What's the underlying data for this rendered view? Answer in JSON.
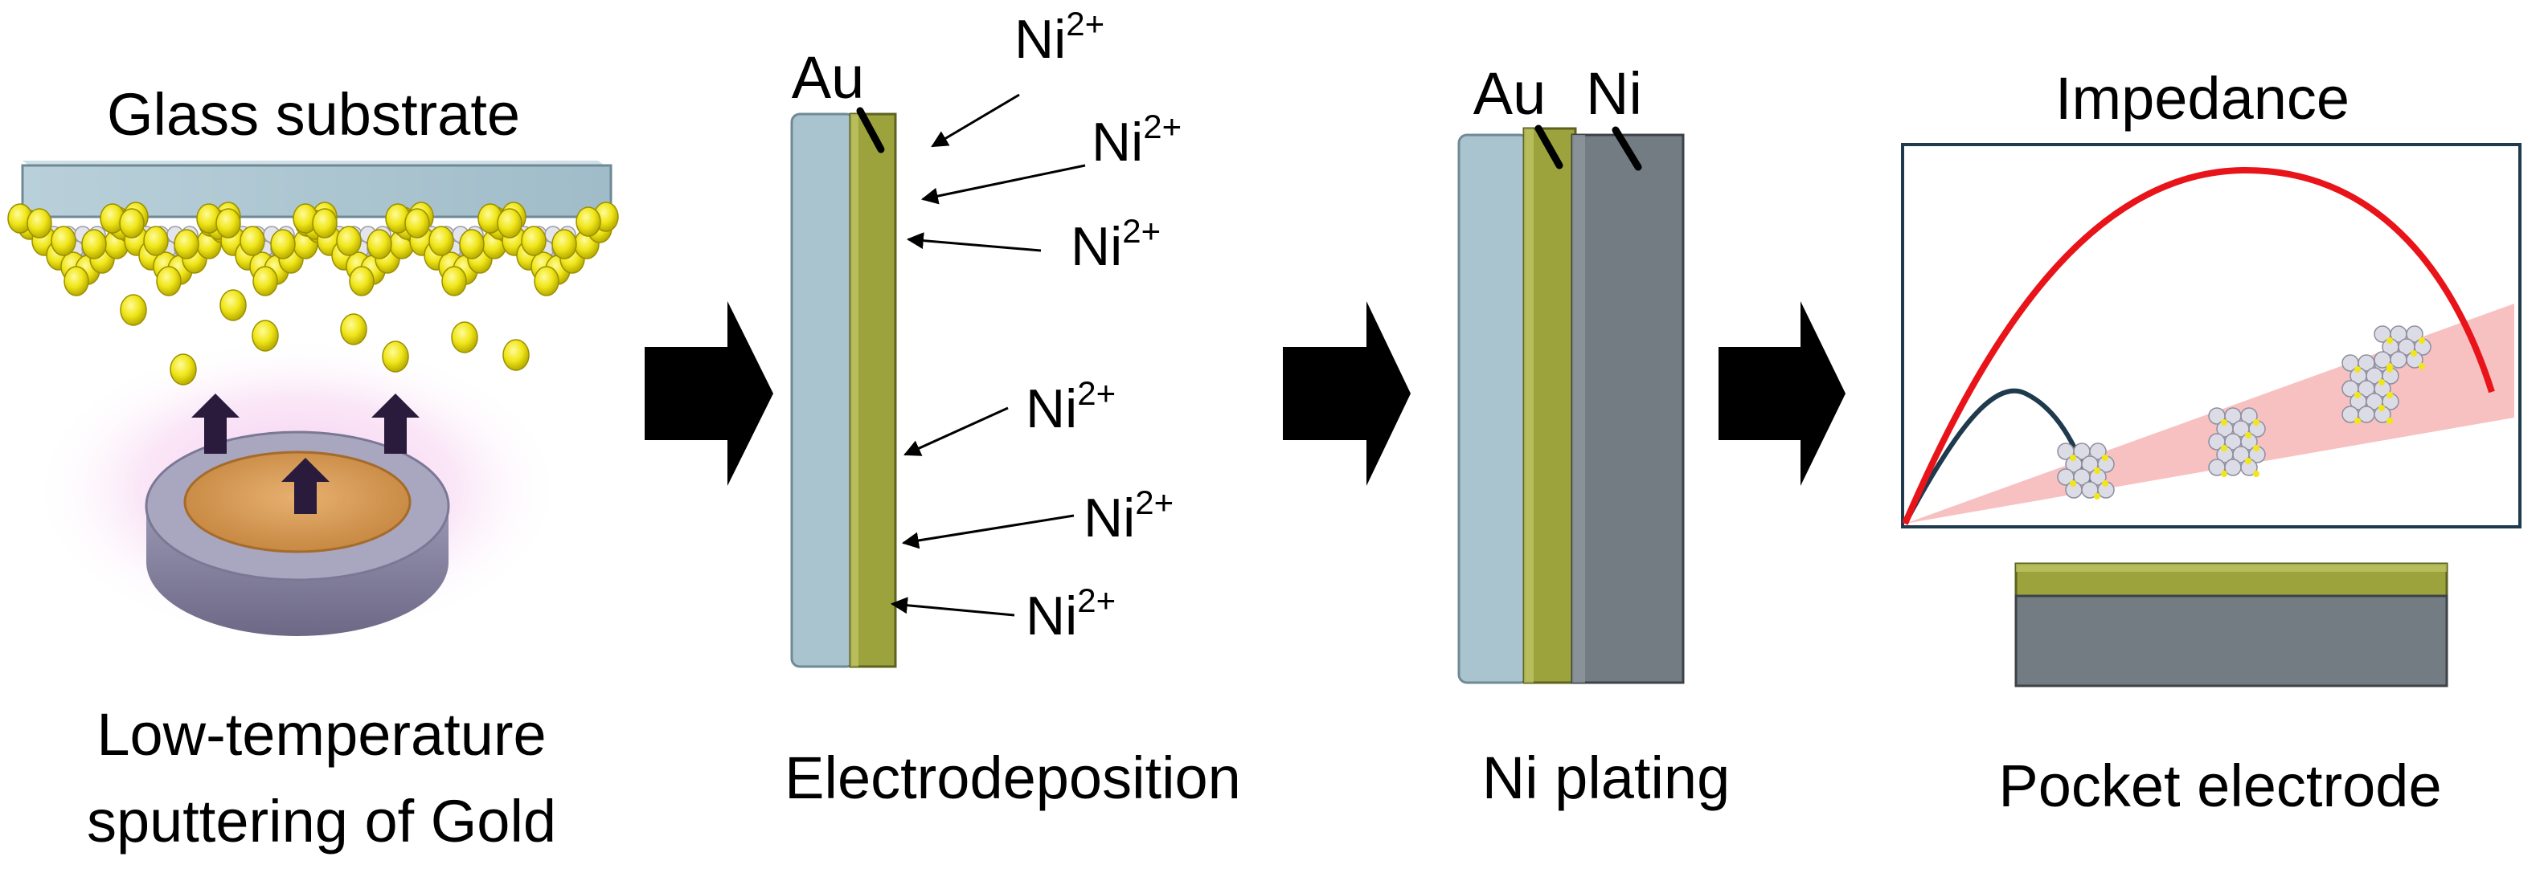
{
  "panel1": {
    "title": "Glass substrate",
    "caption_line1": "Low-temperature",
    "caption_line2": "sputtering of Gold"
  },
  "panel2": {
    "layer_label": "Au",
    "caption": "Electrodeposition",
    "ion_base": "Ni",
    "ion_charge": "2+"
  },
  "panel3": {
    "layer_label_au": "Au",
    "layer_label_ni": "Ni",
    "caption": "Ni plating"
  },
  "panel4": {
    "title": "Impedance",
    "caption": "Pocket electrode"
  },
  "colors": {
    "glass": "#a9c4cf",
    "gold_film": "#9ca33c",
    "gold_ball": "#f0e619",
    "nickel": "#747c83",
    "arrow": "#000000",
    "impedance_curve": "#e8141a",
    "cone": "#f7b6b6",
    "plasma_glow": "#f4c7ee",
    "target": "#d69a52",
    "ring": "#8b87a3"
  }
}
